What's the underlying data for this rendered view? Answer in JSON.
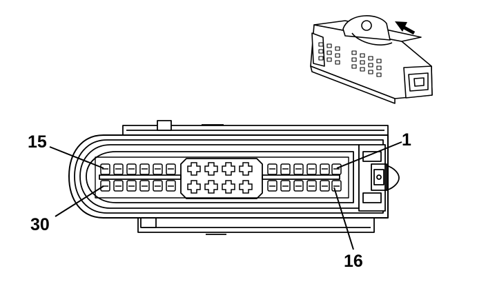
{
  "diagram": {
    "pin_labels": {
      "top_left": "15",
      "top_right": "1",
      "bottom_left": "30",
      "bottom_right": "16"
    },
    "colors": {
      "line": "#000000",
      "background": "#ffffff",
      "fill": "#ffffff"
    },
    "icons": {
      "direction": "arrow-icon",
      "overview": "connector-perspective-icon"
    }
  }
}
